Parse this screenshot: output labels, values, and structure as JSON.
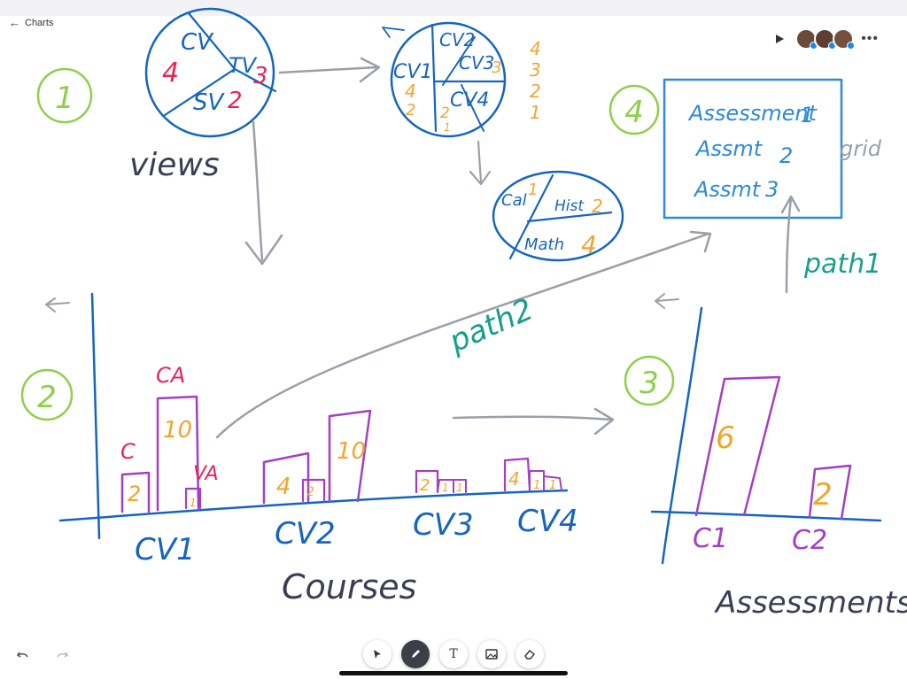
{
  "app": {
    "back_label": "Charts",
    "tools": [
      "select-tool",
      "pen-tool",
      "text-tool",
      "image-tool",
      "eraser-tool"
    ],
    "active_tool": "pen-tool",
    "text_tool_glyph": "T",
    "participants": [
      {
        "dot_color": "#1e88e5"
      },
      {
        "dot_color": "#1e88e5"
      },
      {
        "dot_color": "#1e88e5"
      }
    ],
    "more_glyph": "•••"
  },
  "colors": {
    "blue": "#1565c0",
    "lightblue": "#2e8ad8",
    "red": "#e8245a",
    "orange": "#f2a52d",
    "purple": "#a43fc4",
    "green": "#8fcf4a",
    "teal": "#179e8c",
    "gray": "#9a9fa8",
    "ink": "#3a3d56"
  },
  "sketch": {
    "step1": {
      "number": "1",
      "pie_top": {
        "cv": "CV",
        "cv_n": "4",
        "tv": "TV",
        "tv_n": "3",
        "sv": "SV",
        "sv_n": "2"
      },
      "label": "views"
    },
    "pie_courses": {
      "cv1": "CV1",
      "cv1_n1": "4",
      "cv1_n2": "2",
      "cv2": "CV2",
      "cv2_n": "2",
      "cv2_n2": "1",
      "cv3": "CV3",
      "cv3_n": "3",
      "cv4": "CV4",
      "scale": [
        "4",
        "3",
        "2",
        "1"
      ]
    },
    "pie_subjects": {
      "cal": "Cal",
      "cal_n": "1",
      "hist": "Hist",
      "hist_n": "2",
      "math": "Math",
      "math_n": "4"
    },
    "step2": {
      "number": "2",
      "group_labels": [
        "CV1",
        "CV2",
        "CV3",
        "CV4"
      ],
      "axis_label": "Courses",
      "cv1_bars": {
        "c": "C",
        "c_n": "2",
        "ca": "CA",
        "ca_n": "10",
        "va": "VA",
        "va_n": "1"
      },
      "cv2_bars": [
        "4",
        "2",
        "10"
      ],
      "cv3_bars": [
        "2",
        "1",
        "1"
      ],
      "cv4_bars": [
        "4",
        "1",
        "1"
      ]
    },
    "path2": "path2",
    "path1": "path1",
    "step3": {
      "number": "3",
      "bars": [
        {
          "label": "C1",
          "value": "6"
        },
        {
          "label": "C2",
          "value": "2"
        }
      ],
      "axis_label": "Assessments"
    },
    "step4": {
      "number": "4",
      "rows": [
        {
          "text": "Assessment",
          "n": "1"
        },
        {
          "text": "Assmt",
          "n": "2"
        },
        {
          "text": "Assmt",
          "n": "3"
        }
      ],
      "side_label": "grid"
    }
  }
}
